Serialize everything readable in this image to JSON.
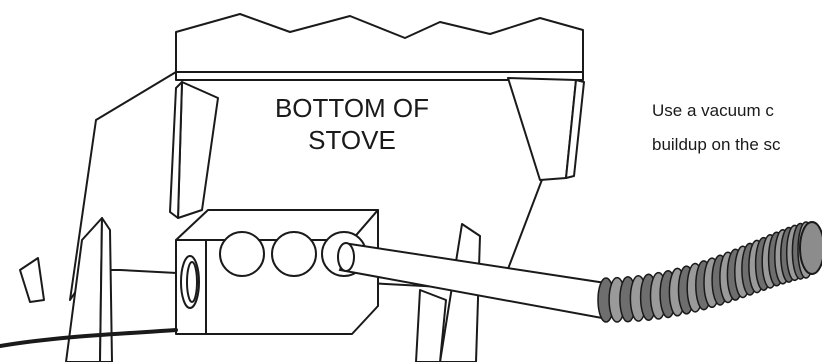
{
  "diagram": {
    "stove_label_lines": [
      "BOTTOM OF",
      "STOVE"
    ],
    "caption_lines": [
      "Use a vacuum c",
      "buildup on the sc"
    ]
  },
  "colors": {
    "stroke": "#1a1a1a",
    "hose_fill": "#9a9a9a",
    "hose_ring": "#6e6e6e",
    "background": "#ffffff"
  }
}
